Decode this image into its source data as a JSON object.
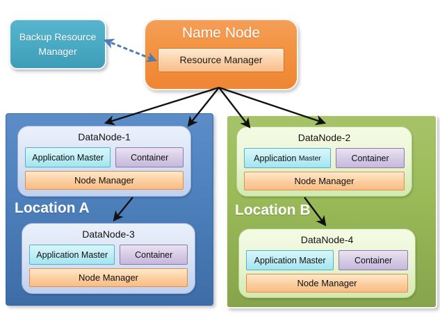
{
  "diagram": {
    "backup_box": {
      "label_line1": "Backup Resource",
      "label_line2": "Manager"
    },
    "name_node": {
      "title": "Name Node",
      "resource_manager": "Resource Manager"
    },
    "locations": [
      {
        "label": "Location A",
        "nodes": [
          {
            "title": "DataNode-1",
            "app_master_word1": "Application",
            "app_master_word2": "Master",
            "container": "Container",
            "node_manager": "Node Manager"
          },
          {
            "title": "DataNode-3",
            "app_master_word1": "Application",
            "app_master_word2": "Master",
            "container": "Container",
            "node_manager": "Node Manager"
          }
        ]
      },
      {
        "label": "Location B",
        "nodes": [
          {
            "title": "DataNode-2",
            "app_master_word1": "Application",
            "app_master_word2": "Master",
            "container": "Container",
            "node_manager": "Node Manager"
          },
          {
            "title": "DataNode-4",
            "app_master_word1": "Application",
            "app_master_word2": "Master",
            "container": "Container",
            "node_manager": "Node Manager"
          }
        ]
      }
    ]
  },
  "colors": {
    "name_node_fill": "#f2913d",
    "resource_manager_fill": "#fbd0a6",
    "resource_manager_border": "#ce762b",
    "backup_fill": "#4bacc6",
    "location_a_fill": "#4e81bd",
    "location_b_fill": "#9bbb59",
    "datanode_blue_fill": "#d9e3f6",
    "datanode_green_fill": "#eaf5d5",
    "app_master_fill": "#bdedf5",
    "app_master_border": "#55afc9",
    "container_fill": "#d5cae4",
    "container_border": "#8c79a8",
    "node_manager_fill": "#fbcd9e",
    "node_manager_border": "#e08e44",
    "arrow_color": "#111111",
    "dashed_arrow_color": "#4e7ab5"
  }
}
